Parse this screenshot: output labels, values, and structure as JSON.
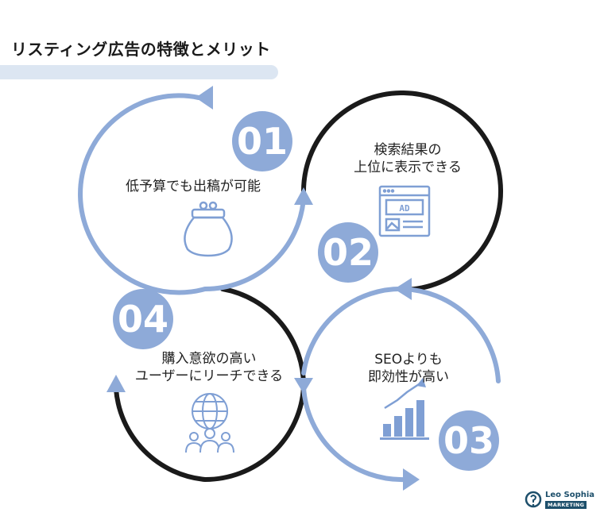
{
  "title": "リスティング広告の特徴とメリット",
  "colors": {
    "blue": "#8eaad8",
    "black": "#1a1a1a",
    "title_bar": "#dce6f2",
    "icon_blue": "#7f9fd4"
  },
  "items": [
    {
      "number": "01",
      "line1": "低予算でも出稿が可能",
      "line2": "",
      "icon": "coin-purse-icon"
    },
    {
      "number": "02",
      "line1": "検索結果の",
      "line2": "上位に表示できる",
      "icon": "ad-webpage-icon",
      "icon_text": "AD"
    },
    {
      "number": "03",
      "line1": "SEOよりも",
      "line2": "即効性が高い",
      "icon": "growth-chart-icon"
    },
    {
      "number": "04",
      "line1": "購入意欲の高い",
      "line2": "ユーザーにリーチできる",
      "icon": "global-users-icon"
    }
  ],
  "logo": {
    "name": "Leo Sophia",
    "tagline": "MARKETING"
  }
}
